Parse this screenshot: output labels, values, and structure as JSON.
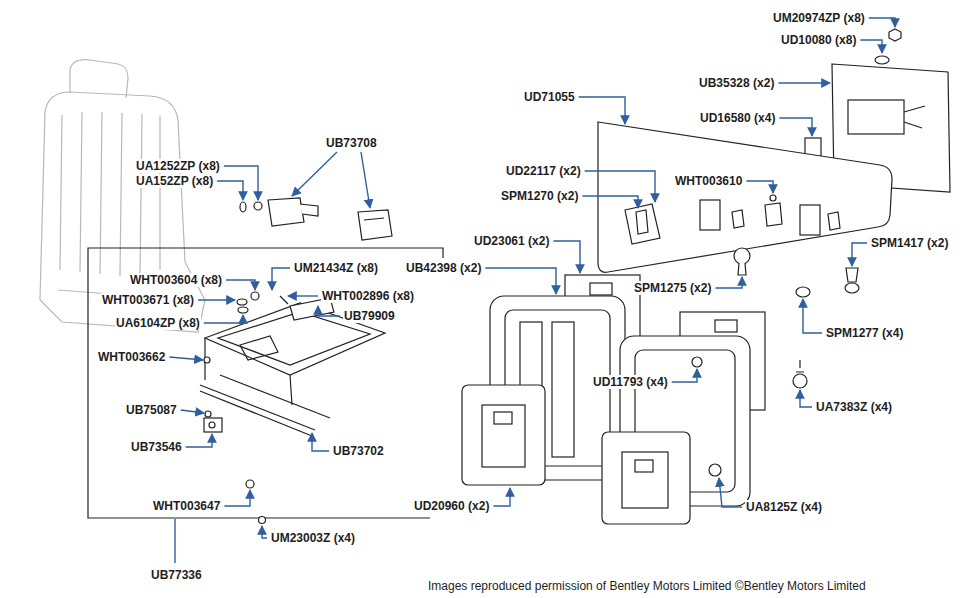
{
  "diagram": {
    "caption": "Images reproduced permission of Bentley Motors Limited ©Bentley Motors Limited",
    "labels": [
      "UM20974ZP (x8)",
      "UD10080 (x8)",
      "UB35328 (x2)",
      "UD71055",
      "UD16580 (x4)",
      "UB73708",
      "UD22117 (x2)",
      "WHT003610",
      "SPM1270 (x2)",
      "UA1252ZP (x8)",
      "UA152ZP (x8)",
      "UD23061 (x2)",
      "SPM1417 (x2)",
      "UM21434Z (x8)",
      "UB42398 (x2)",
      "WHT003604 (x8)",
      "WHT003671 (x8)",
      "WHT002896 (x8)",
      "SPM1275 (x2)",
      "UA6104ZP (x8)",
      "UB79909",
      "SPM1277 (x4)",
      "WHT003662",
      "UD11793 (x4)",
      "UB75087",
      "UA7383Z (x4)",
      "UB73546",
      "UB73702",
      "UA8125Z (x4)",
      "UD20960 (x2)",
      "WHT003647",
      "UM23003Z (x4)",
      "UB77336"
    ]
  }
}
